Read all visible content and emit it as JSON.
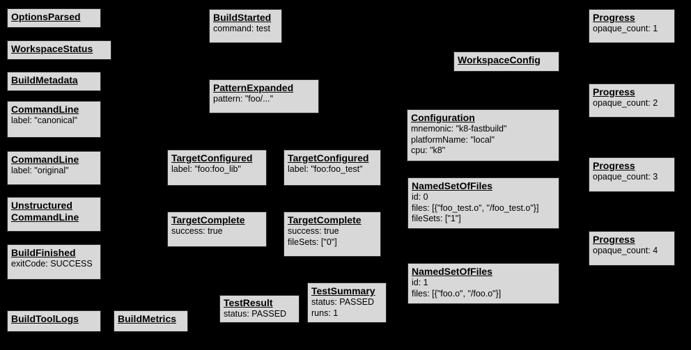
{
  "diagram": {
    "description": "Build event protocol event graph",
    "colors": {
      "background": "#000000",
      "node_fill": "#d8d8d8",
      "node_border": "#2a2a2a",
      "text": "#000000"
    },
    "nodes": [
      {
        "title": "OptionsParsed",
        "lines": []
      },
      {
        "title": "WorkspaceStatus",
        "lines": []
      },
      {
        "title": "BuildMetadata",
        "lines": []
      },
      {
        "title": "CommandLine",
        "lines": [
          "label: \"canonical\""
        ]
      },
      {
        "title": "CommandLine",
        "lines": [
          "label: \"original\""
        ]
      },
      {
        "title": "Unstructured CommandLine",
        "lines": []
      },
      {
        "title": "BuildFinished",
        "lines": [
          "exitCode: SUCCESS"
        ]
      },
      {
        "title": "BuildToolLogs",
        "lines": []
      },
      {
        "title": "BuildMetrics",
        "lines": []
      },
      {
        "title": "BuildStarted",
        "lines": [
          "command: test"
        ]
      },
      {
        "title": "PatternExpanded",
        "lines": [
          "pattern: \"foo/...\""
        ]
      },
      {
        "title": "TargetConfigured",
        "lines": [
          "label: \"foo:foo_lib\""
        ]
      },
      {
        "title": "TargetConfigured",
        "lines": [
          "label: \"foo:foo_test\""
        ]
      },
      {
        "title": "TargetComplete",
        "lines": [
          "success: true"
        ]
      },
      {
        "title": "TargetComplete",
        "lines": [
          "success: true",
          "fileSets: [\"0\"]"
        ]
      },
      {
        "title": "TestResult",
        "lines": [
          "status: PASSED"
        ]
      },
      {
        "title": "TestSummary",
        "lines": [
          "status: PASSED",
          "runs: 1"
        ]
      },
      {
        "title": "WorkspaceConfig",
        "lines": []
      },
      {
        "title": "Configuration",
        "lines": [
          "mnemonic: \"k8-fastbuild\"",
          "platformName: \"local\"",
          "cpu: \"k8\""
        ]
      },
      {
        "title": "NamedSetOfFiles",
        "lines": [
          "id: 0",
          "files: [{\"foo_test.o\", \"/foo_test.o\"}]",
          "fileSets: [\"1\"]"
        ]
      },
      {
        "title": "NamedSetOfFiles",
        "lines": [
          "id: 1",
          "files: [{\"foo.o\", \"/foo.o\"}]"
        ]
      },
      {
        "title": "Progress",
        "lines": [
          "opaque_count: 1"
        ]
      },
      {
        "title": "Progress",
        "lines": [
          "opaque_count: 2"
        ]
      },
      {
        "title": "Progress",
        "lines": [
          "opaque_count: 3"
        ]
      },
      {
        "title": "Progress",
        "lines": [
          "opaque_count: 4"
        ]
      }
    ]
  }
}
